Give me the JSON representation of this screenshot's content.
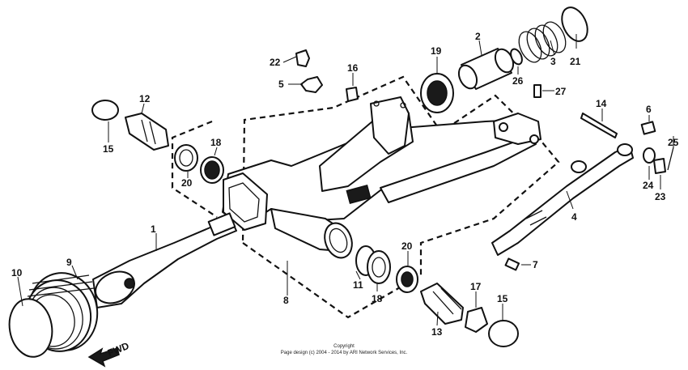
{
  "diagram": {
    "callouts": [
      {
        "id": "c1",
        "text": "1"
      },
      {
        "id": "c2",
        "text": "2"
      },
      {
        "id": "c3",
        "text": "3"
      },
      {
        "id": "c4",
        "text": "4"
      },
      {
        "id": "c5",
        "text": "5"
      },
      {
        "id": "c6",
        "text": "6"
      },
      {
        "id": "c7",
        "text": "7"
      },
      {
        "id": "c8",
        "text": "8"
      },
      {
        "id": "c9",
        "text": "9"
      },
      {
        "id": "c10",
        "text": "10"
      },
      {
        "id": "c11",
        "text": "11"
      },
      {
        "id": "c12",
        "text": "12"
      },
      {
        "id": "c13",
        "text": "13"
      },
      {
        "id": "c14",
        "text": "14"
      },
      {
        "id": "c15a",
        "text": "15"
      },
      {
        "id": "c15b",
        "text": "15"
      },
      {
        "id": "c16",
        "text": "16"
      },
      {
        "id": "c17",
        "text": "17"
      },
      {
        "id": "c18a",
        "text": "18"
      },
      {
        "id": "c18b",
        "text": "18"
      },
      {
        "id": "c19",
        "text": "19"
      },
      {
        "id": "c20a",
        "text": "20"
      },
      {
        "id": "c20b",
        "text": "20"
      },
      {
        "id": "c21",
        "text": "21"
      },
      {
        "id": "c22",
        "text": "22"
      },
      {
        "id": "c23",
        "text": "23"
      },
      {
        "id": "c24",
        "text": "24"
      },
      {
        "id": "c25",
        "text": "25"
      },
      {
        "id": "c26",
        "text": "26"
      },
      {
        "id": "c27",
        "text": "27"
      }
    ],
    "direction_label": "FWD",
    "copyright_line1": "Copyright",
    "copyright_line2": "Page design (c) 2004 - 2014 by ARI Network Services, Inc."
  }
}
